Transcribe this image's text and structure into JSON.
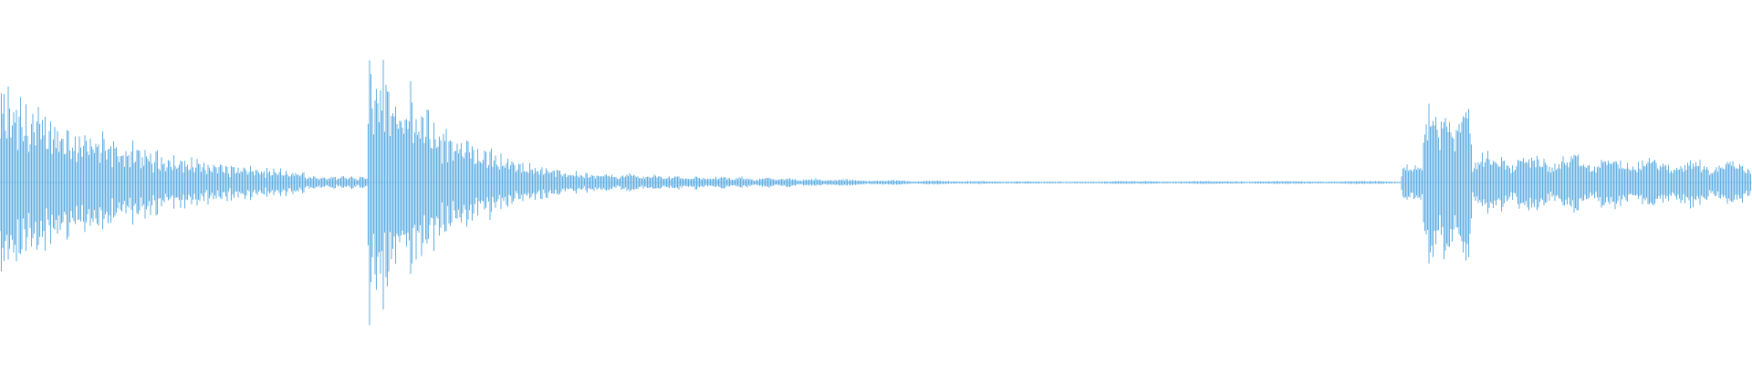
{
  "waveform": {
    "color": "#5dade2",
    "background": "#ffffff",
    "segments": [
      {
        "start": 0.0,
        "end": 0.175,
        "amplitude": 0.58,
        "decay": 2.2,
        "oscillation_cycles": 52,
        "floor": 0.03
      },
      {
        "start": 0.175,
        "end": 0.21,
        "amplitude": 0.04,
        "decay": 0.0,
        "oscillation_cycles": 6,
        "floor": 0.02
      },
      {
        "start": 0.21,
        "end": 0.34,
        "amplitude": 0.88,
        "decay": 2.8,
        "oscillation_cycles": 40,
        "floor": 0.02
      },
      {
        "start": 0.34,
        "end": 0.47,
        "amplitude": 0.06,
        "decay": 1.0,
        "oscillation_cycles": 10,
        "floor": 0.01
      },
      {
        "start": 0.47,
        "end": 0.625,
        "amplitude": 0.02,
        "decay": 1.5,
        "oscillation_cycles": 6,
        "floor": 0.005
      },
      {
        "start": 0.625,
        "end": 0.8,
        "amplitude": 0.008,
        "decay": 0.0,
        "oscillation_cycles": 4,
        "floor": 0.0
      },
      {
        "start": 0.8,
        "end": 0.812,
        "amplitude": 0.12,
        "decay": 0.0,
        "oscillation_cycles": 2,
        "floor": 0.02
      },
      {
        "start": 0.812,
        "end": 0.84,
        "amplitude": 0.52,
        "decay": 0.0,
        "oscillation_cycles": 3,
        "floor": 0.02
      },
      {
        "start": 0.84,
        "end": 1.0,
        "amplitude": 0.18,
        "decay": 0.35,
        "oscillation_cycles": 7,
        "floor": 0.02
      }
    ]
  }
}
